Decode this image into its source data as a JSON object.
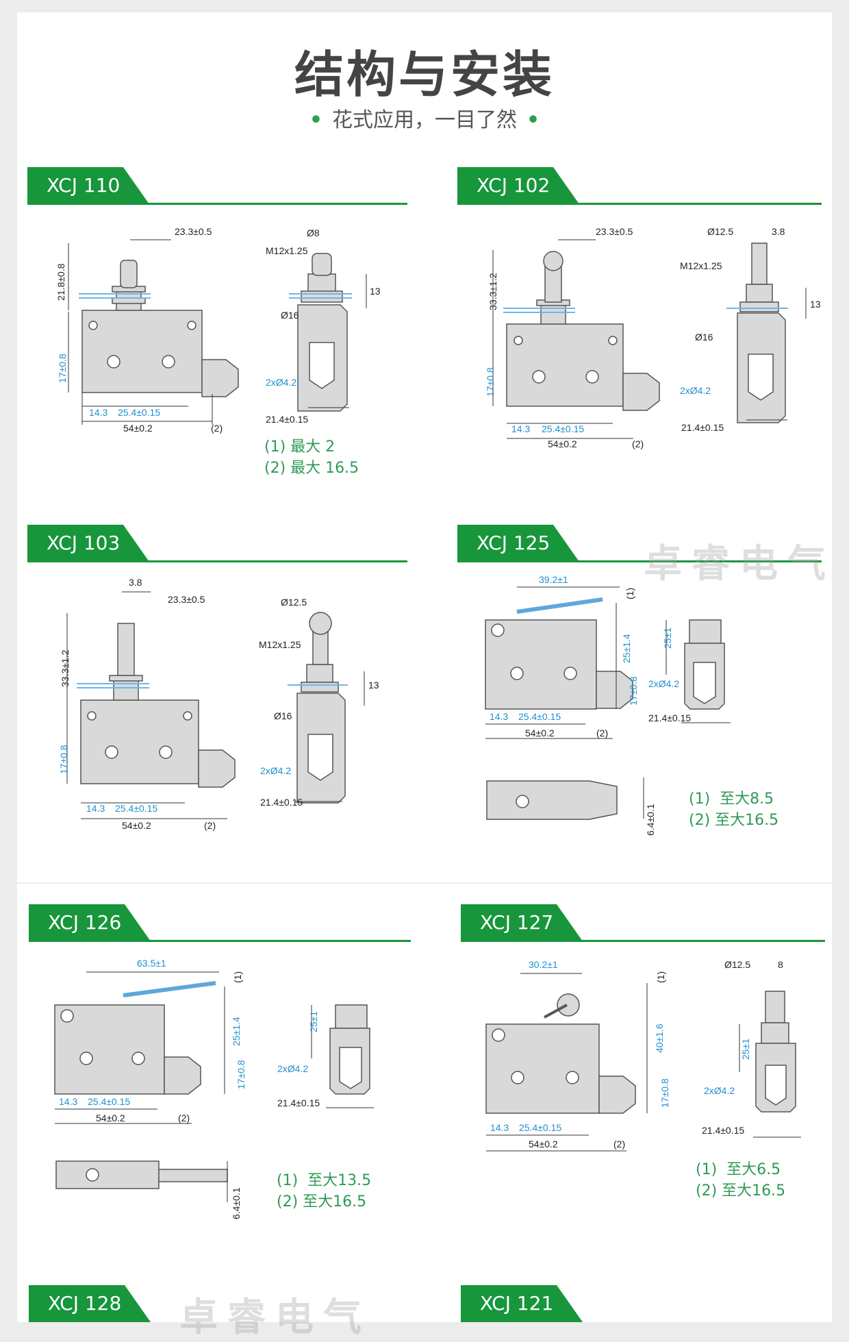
{
  "title": "结构与安装",
  "subtitle": "花式应用，一目了然",
  "watermark": "卓睿电气",
  "models": [
    {
      "id": "XCJ 110",
      "note1": "(1) 最大 2",
      "note2": "(2) 最大 16.5",
      "d_top": "23.3±0.5",
      "d_v1": "21.8±0.8",
      "d_dia": "Ø8",
      "d_thread": "M12x1.25",
      "d_nut": "Ø16",
      "d_holes": "2xØ4.2",
      "d_width": "21.4±0.15",
      "d_13": "13"
    },
    {
      "id": "XCJ 102",
      "d_top": "23.3±0.5",
      "d_v1": "33.3±1.2",
      "d_dia": "Ø12.5",
      "d_roll": "3.8",
      "d_thread": "M12x1.25",
      "d_nut": "Ø16",
      "d_holes": "2xØ4.2",
      "d_width": "21.4±0.15",
      "d_13": "13"
    },
    {
      "id": "XCJ 103",
      "d_top": "23.3±0.5",
      "d_v1": "33.3±1.2",
      "d_dia": "Ø12.5",
      "d_roll": "3.8",
      "d_thread": "M12x1.25",
      "d_nut": "Ø16",
      "d_holes": "2xØ4.2",
      "d_width": "21.4±0.15",
      "d_13": "13"
    },
    {
      "id": "XCJ 125",
      "note1": "(1)  至大8.5",
      "note2": "(2) 至大16.5",
      "d_top": "39.2±1",
      "d_v1": "25±1.4",
      "d_side": "25±1",
      "d_holes": "2xØ4.2",
      "d_width": "21.4±0.15",
      "d_thick": "6.4±0.1"
    },
    {
      "id": "XCJ 126",
      "note1": "(1)  至大13.5",
      "note2": "(2) 至大16.5",
      "d_top": "63.5±1",
      "d_v1": "25±1.4",
      "d_side": "25±1",
      "d_holes": "2xØ4.2",
      "d_width": "21.4±0.15",
      "d_thick": "6.4±0.1"
    },
    {
      "id": "XCJ 127",
      "note1": "(1)  至大6.5",
      "note2": "(2) 至大16.5",
      "d_top": "30.2±1",
      "d_v1": "40±1.6",
      "d_dia": "Ø12.5",
      "d_roll": "8",
      "d_side": "25±1",
      "d_holes": "2xØ4.2",
      "d_width": "21.4±0.15"
    },
    {
      "id": "XCJ 128"
    },
    {
      "id": "XCJ 121"
    }
  ],
  "common": {
    "d_14": "14.3",
    "d_254": "25.4±0.15",
    "d_54": "54±0.2",
    "d_2": "(2)",
    "d_1": "(1)",
    "d_25": "25",
    "d_17": "17±0.8"
  },
  "colors": {
    "accent": "#17963c",
    "dim_blue": "#1f8fd0"
  }
}
